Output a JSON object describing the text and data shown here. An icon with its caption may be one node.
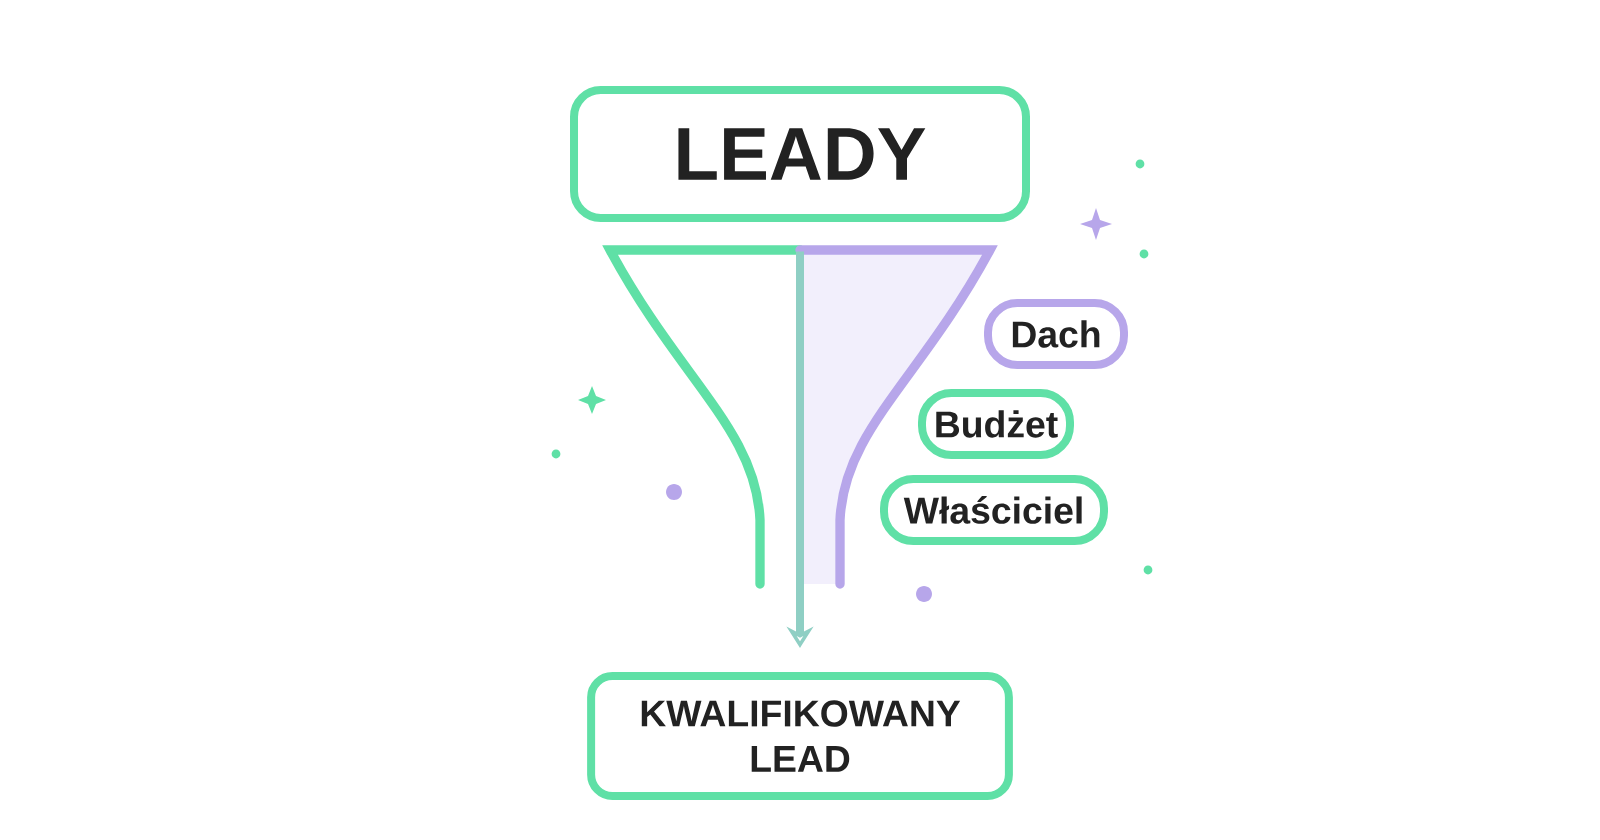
{
  "diagram": {
    "nodes": [
      {
        "text": [
          "LEADY"
        ]
      },
      {
        "text": [
          "Dach"
        ]
      },
      {
        "text": [
          "Budżet"
        ]
      },
      {
        "text": [
          "Właściciel"
        ]
      },
      {
        "text": [],
        "shape": "funnel"
      },
      {
        "text": [
          "KWALIFIKOWANY LEAD"
        ]
      }
    ],
    "edges": [
      {
        "from": 4,
        "to": 5,
        "arrow": "to"
      }
    ]
  }
}
